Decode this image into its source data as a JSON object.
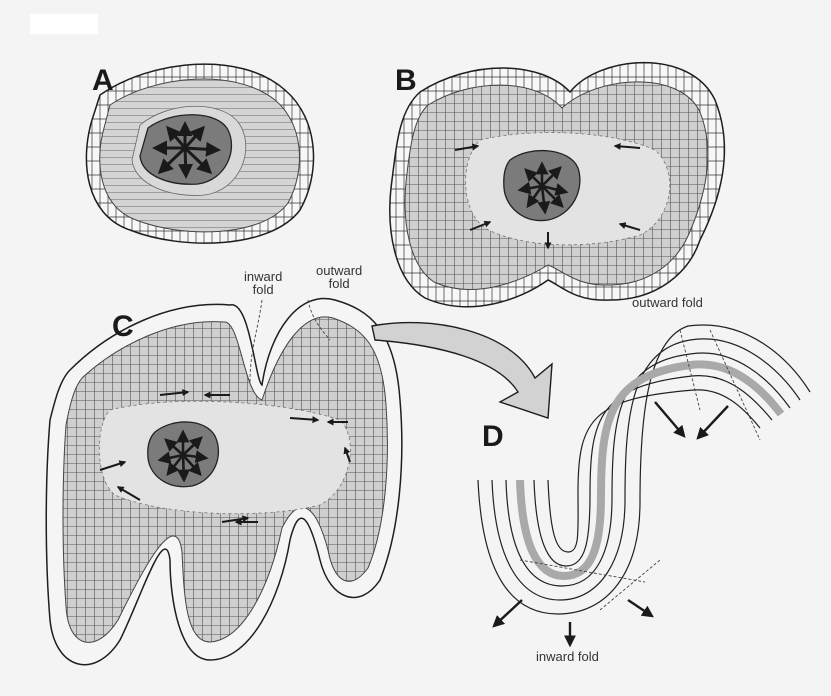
{
  "panels": {
    "a": "A",
    "b": "B",
    "c": "C",
    "d": "D"
  },
  "annotations": {
    "inward_fold_line1": "inward",
    "inward_fold_line2": "fold",
    "outward_fold_line1": "outward",
    "outward_fold_line2": "fold",
    "outward_fold_d": "outward fold",
    "inward_fold_d": "inward fold"
  },
  "colors": {
    "background": "#f4f4f4",
    "tissue": "#c9c9c9",
    "tissue_light": "#dcdcdc",
    "lumen": "#e6e6e6",
    "nucleus": "#7b7b7b",
    "line": "#1e1e1e",
    "band": "#a9a9a9",
    "arrow_fill": "#d2d2d2"
  }
}
